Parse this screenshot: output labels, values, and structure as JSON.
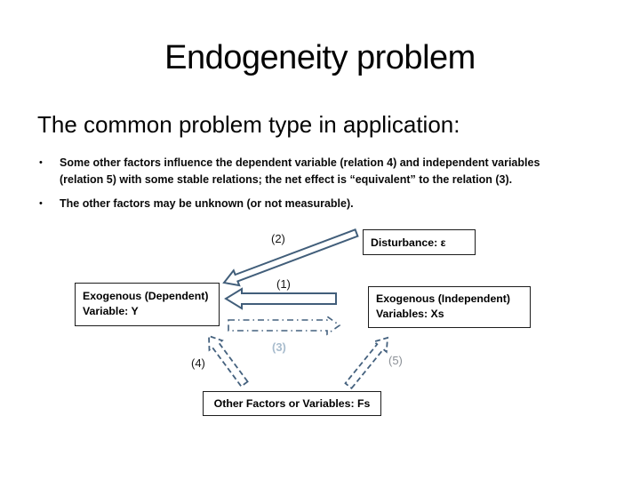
{
  "slide": {
    "title": "Endogeneity problem",
    "subtitle": "The common problem type in application:",
    "bullet_char": "•",
    "bullets": [
      {
        "lines": [
          "Some other factors influence the dependent variable (relation 4) and independent variables",
          "(relation 5) with some stable relations; the net effect is “equivalent” to the relation (3)."
        ]
      },
      {
        "lines": [
          "The other factors may be unknown (or not measurable)."
        ]
      }
    ]
  },
  "diagram": {
    "boxes": {
      "disturbance": {
        "label": "Disturbance: ε"
      },
      "dependent": {
        "line1": "Exogenous (Dependent)",
        "line2": "Variable: Y"
      },
      "independent": {
        "line1": "Exogenous (Independent)",
        "line2": "Variables: Xs"
      },
      "other_factors": {
        "label": "Other Factors or Variables: Fs"
      }
    },
    "arrow_labels": {
      "a1": "(1)",
      "a2": "(2)",
      "a3": "(3)",
      "a4": "(4)",
      "a5": "(5)"
    },
    "relations": [
      {
        "label": "(1)",
        "from": "independent",
        "to": "dependent",
        "style": "solid"
      },
      {
        "label": "(2)",
        "from": "disturbance",
        "to": "dependent",
        "style": "solid"
      },
      {
        "label": "(3)",
        "from": "dependent",
        "to": "independent",
        "style": "dash-dot"
      },
      {
        "label": "(4)",
        "from": "other_factors",
        "to": "dependent",
        "style": "dashed"
      },
      {
        "label": "(5)",
        "from": "other_factors",
        "to": "independent",
        "style": "dashed"
      }
    ]
  },
  "colors": {
    "text": "#000000",
    "arrow_stroke": "#44617e",
    "label3_text": "#a8bccd",
    "label5_text": "#8b9096",
    "box_border": "#1c1c1c",
    "background": "#ffffff"
  }
}
